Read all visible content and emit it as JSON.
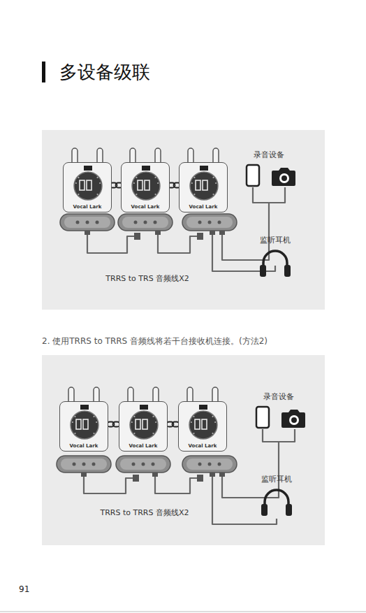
{
  "diagram": {
    "title": "多设备级联",
    "nodes": [
      {
        "text": [
          "Vocal Lark"
        ]
      },
      {
        "text": [
          "Vocal Lark"
        ]
      },
      {
        "text": [
          "Vocal Lark"
        ]
      },
      {
        "text": [
          "录音设备"
        ]
      },
      {
        "text": [
          "监听耳机"
        ]
      },
      {
        "text": [
          "Vocal Lark"
        ]
      },
      {
        "text": [
          "Vocal Lark"
        ]
      },
      {
        "text": [
          "Vocal Lark"
        ]
      },
      {
        "text": [
          "录音设备"
        ]
      },
      {
        "text": [
          "监听耳机"
        ]
      }
    ],
    "edges": [
      {
        "from": 0,
        "to": 1,
        "arrow": "none"
      },
      {
        "from": 1,
        "to": 2,
        "arrow": "none"
      },
      {
        "from": 5,
        "to": 6,
        "arrow": "none"
      },
      {
        "from": 6,
        "to": 7,
        "arrow": "none"
      }
    ],
    "labels": [
      "TRRS to TRS 音频线X2",
      "2. 使用TRRS to TRRS 音频线将若干台接收机连接。(方法2)",
      "TRRS to TRRS 音频线X2",
      "91"
    ]
  }
}
